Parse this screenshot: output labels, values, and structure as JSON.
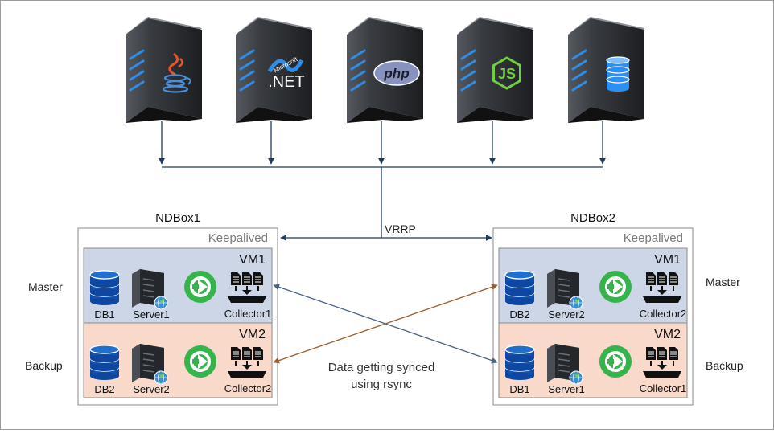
{
  "servers": [
    {
      "icon": "java-logo-icon"
    },
    {
      "icon": "dotnet-logo-icon",
      "label": ".NET",
      "sublabel": "Microsoft"
    },
    {
      "icon": "php-logo-icon",
      "label": "php"
    },
    {
      "icon": "nodejs-logo-icon",
      "label": "JS"
    },
    {
      "icon": "database-logo-icon"
    }
  ],
  "vrrp_label": "VRRP",
  "sync_label": [
    "Data getting synced",
    "using rsync"
  ],
  "row_labels": {
    "master_left": "Master",
    "backup_left": "Backup",
    "master_right": "Master",
    "backup_right": "Backup"
  },
  "boxes": [
    {
      "title": "NDBox1",
      "keepalived": "Keepalived",
      "vms": [
        {
          "name": "VM1",
          "role": "master",
          "db": "DB1",
          "server": "Server1",
          "collector": "Collector1"
        },
        {
          "name": "VM2",
          "role": "backup",
          "db": "DB2",
          "server": "Server2",
          "collector": "Collector2"
        }
      ]
    },
    {
      "title": "NDBox2",
      "keepalived": "Keepalived",
      "vms": [
        {
          "name": "VM1",
          "role": "master",
          "db": "DB2",
          "server": "Server2",
          "collector": "Collector2"
        },
        {
          "name": "VM2",
          "role": "backup",
          "db": "DB1",
          "server": "Server1",
          "collector": "Collector1"
        }
      ]
    }
  ],
  "colors": {
    "master_bg": "#cdd6e6",
    "backup_bg": "#f8d9ca",
    "arrow_dark": "#1f3a5f",
    "arrow_blue": "#4a6383",
    "arrow_brown": "#9a5a2c",
    "db_blue": "#1565c0",
    "globe": "#3b8fd6",
    "green": "#34b44a"
  }
}
